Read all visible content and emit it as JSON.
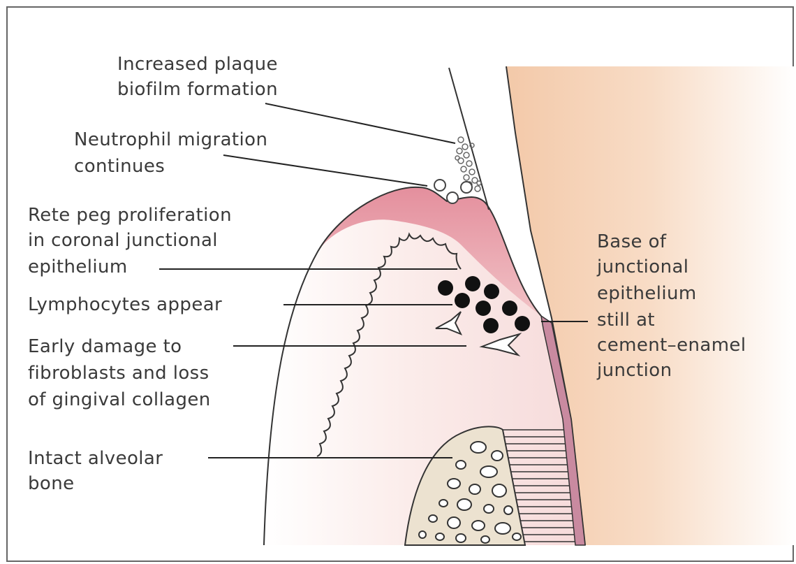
{
  "labels": {
    "plaque": [
      "Increased plaque",
      "biofilm formation"
    ],
    "neutrophil": [
      "Neutrophil migration",
      "continues"
    ],
    "rete_peg": [
      "Rete peg proliferation",
      "in coronal junctional",
      "epithelium"
    ],
    "lymphocytes": [
      "Lymphocytes appear"
    ],
    "fibroblasts": [
      "Early damage to",
      "fibroblasts and loss",
      "of gingival collagen"
    ],
    "bone": [
      "Intact alveolar",
      "bone"
    ],
    "junctional_base": [
      "Base of",
      "junctional",
      "epithelium",
      "still at",
      "cement–enamel",
      "junction"
    ]
  },
  "colors": {
    "tooth": "#f6d9c2",
    "gingiva_light": "#f8e6e4",
    "gingiva_epithelium": "#e9a4ad",
    "junctional_epithelium": "#c9879a",
    "bone_fill": "#ede3d2",
    "lymphocyte": "#111111",
    "frame": "#555555"
  }
}
